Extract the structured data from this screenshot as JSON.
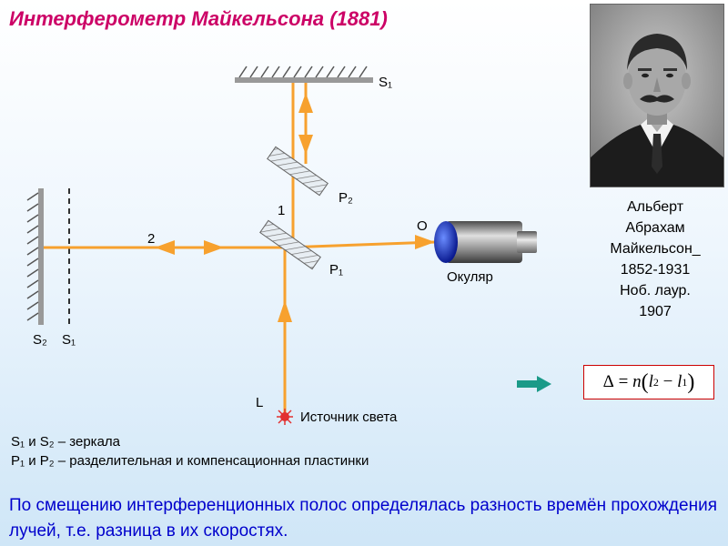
{
  "title": "Интерферометр Майкельсона (1881)",
  "portrait_caption": [
    "Альберт",
    "Абрахам",
    "Майкельсон_",
    "1852-1931",
    "Ноб. лаур.",
    "1907"
  ],
  "diagram_labels": {
    "s1_top": "S₁",
    "p2": "P₂",
    "one": "1",
    "two": "2",
    "p1": "P₁",
    "o": "O",
    "eyepiece": "Окуляр",
    "s2_left": "S₂",
    "s1_left": "S₁",
    "l": "L",
    "source": "Источник света"
  },
  "legend": [
    "S₁ и S₂ – зеркала",
    "P₁ и P₂ – разделительная и компенсационная пластинки"
  ],
  "formula": {
    "delta": "Δ",
    "eq": " = ",
    "n": "n",
    "open": "(",
    "l2": "l",
    "l2_sub": "2",
    "minus": " − ",
    "l1": "l",
    "l1_sub": "1",
    "close": ")"
  },
  "bottom_text": "По смещению интерференционных полос определялась разность времён прохождения лучей, т.е. разница в их скоростях.",
  "colors": {
    "title": "#cc0066",
    "beam": "#f7a12e",
    "arrow_teal": "#1a9a88",
    "bottom_text": "#0000cc"
  }
}
